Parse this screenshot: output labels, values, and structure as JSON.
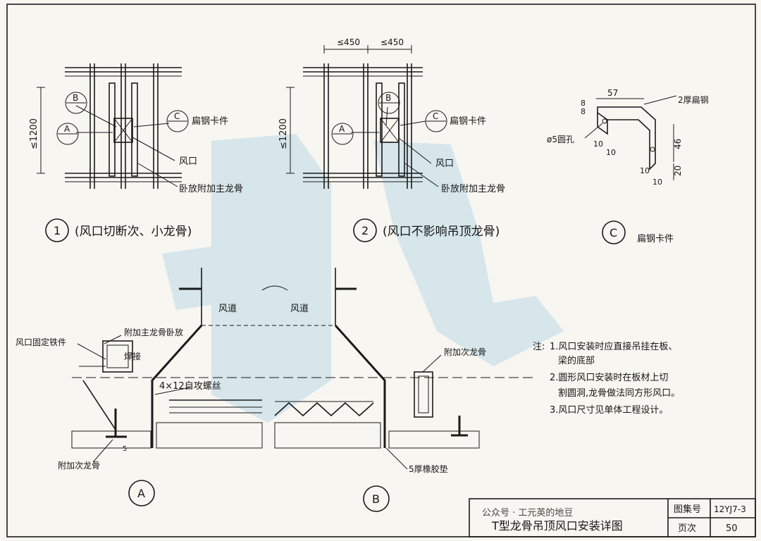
{
  "colors": {
    "ink": "#161616",
    "paper": "#f7f6f1",
    "watermark": "#bcd9e6"
  },
  "detail_1": {
    "dim_vertical": "≤1200",
    "label_b": "B",
    "label_a": "A",
    "label_c": "C",
    "label_clip": "扁钢卡件",
    "label_vent": "风口",
    "label_main_keel": "卧放附加主龙骨",
    "number": "1",
    "caption": "(风口切断次、小龙骨)"
  },
  "detail_2": {
    "dim_top_left": "≤450",
    "dim_top_right": "≤450",
    "dim_vertical": "≤1200",
    "label_b": "B",
    "label_a": "A",
    "label_c": "C",
    "label_clip": "扁钢卡件",
    "label_vent": "风口",
    "label_main_keel": "卧放附加主龙骨",
    "number": "2",
    "caption": "(风口不影响吊顶龙骨)"
  },
  "detail_c": {
    "dim_width": "57",
    "dim_8a": "8",
    "dim_8b": "8",
    "label_steel": "2厚扁钢",
    "label_hole": "ø5圆孔",
    "dim_10a": "10",
    "dim_10b": "10",
    "dim_46": "46",
    "dim_20": "20",
    "dim_10c": "10",
    "dim_10d": "10",
    "number": "C",
    "caption": "扁钢卡件"
  },
  "section": {
    "duct_left": "风道",
    "duct_right": "风道",
    "label_fixing": "风口固定铁件",
    "label_main_keel_flat": "附加主龙骨卧放",
    "label_weld": "焊接",
    "label_screw": "4×12自攻螺丝",
    "label_secondary_keel_a": "附加次龙骨",
    "label_secondary_keel_b": "附加次龙骨",
    "label_gasket": "5厚橡胶垫",
    "marker_a": "A",
    "marker_b": "B",
    "small_5": "5"
  },
  "notes": {
    "heading": "注:",
    "items": [
      "1.风口安装时应直接吊挂在板、",
      "梁的底部",
      "2.圆形风口安装时在板材上切",
      "割圆洞,龙骨做法同方形风口。",
      "3.风口尺寸见单体工程设计。"
    ]
  },
  "title_block": {
    "title": "T型龙骨吊顶风口安装详图",
    "atlas_label": "图集号",
    "atlas_value": "12YJ7-3",
    "page_label": "页次",
    "page_value": "50",
    "overlay": "公众号 · 工元英的地豆"
  }
}
